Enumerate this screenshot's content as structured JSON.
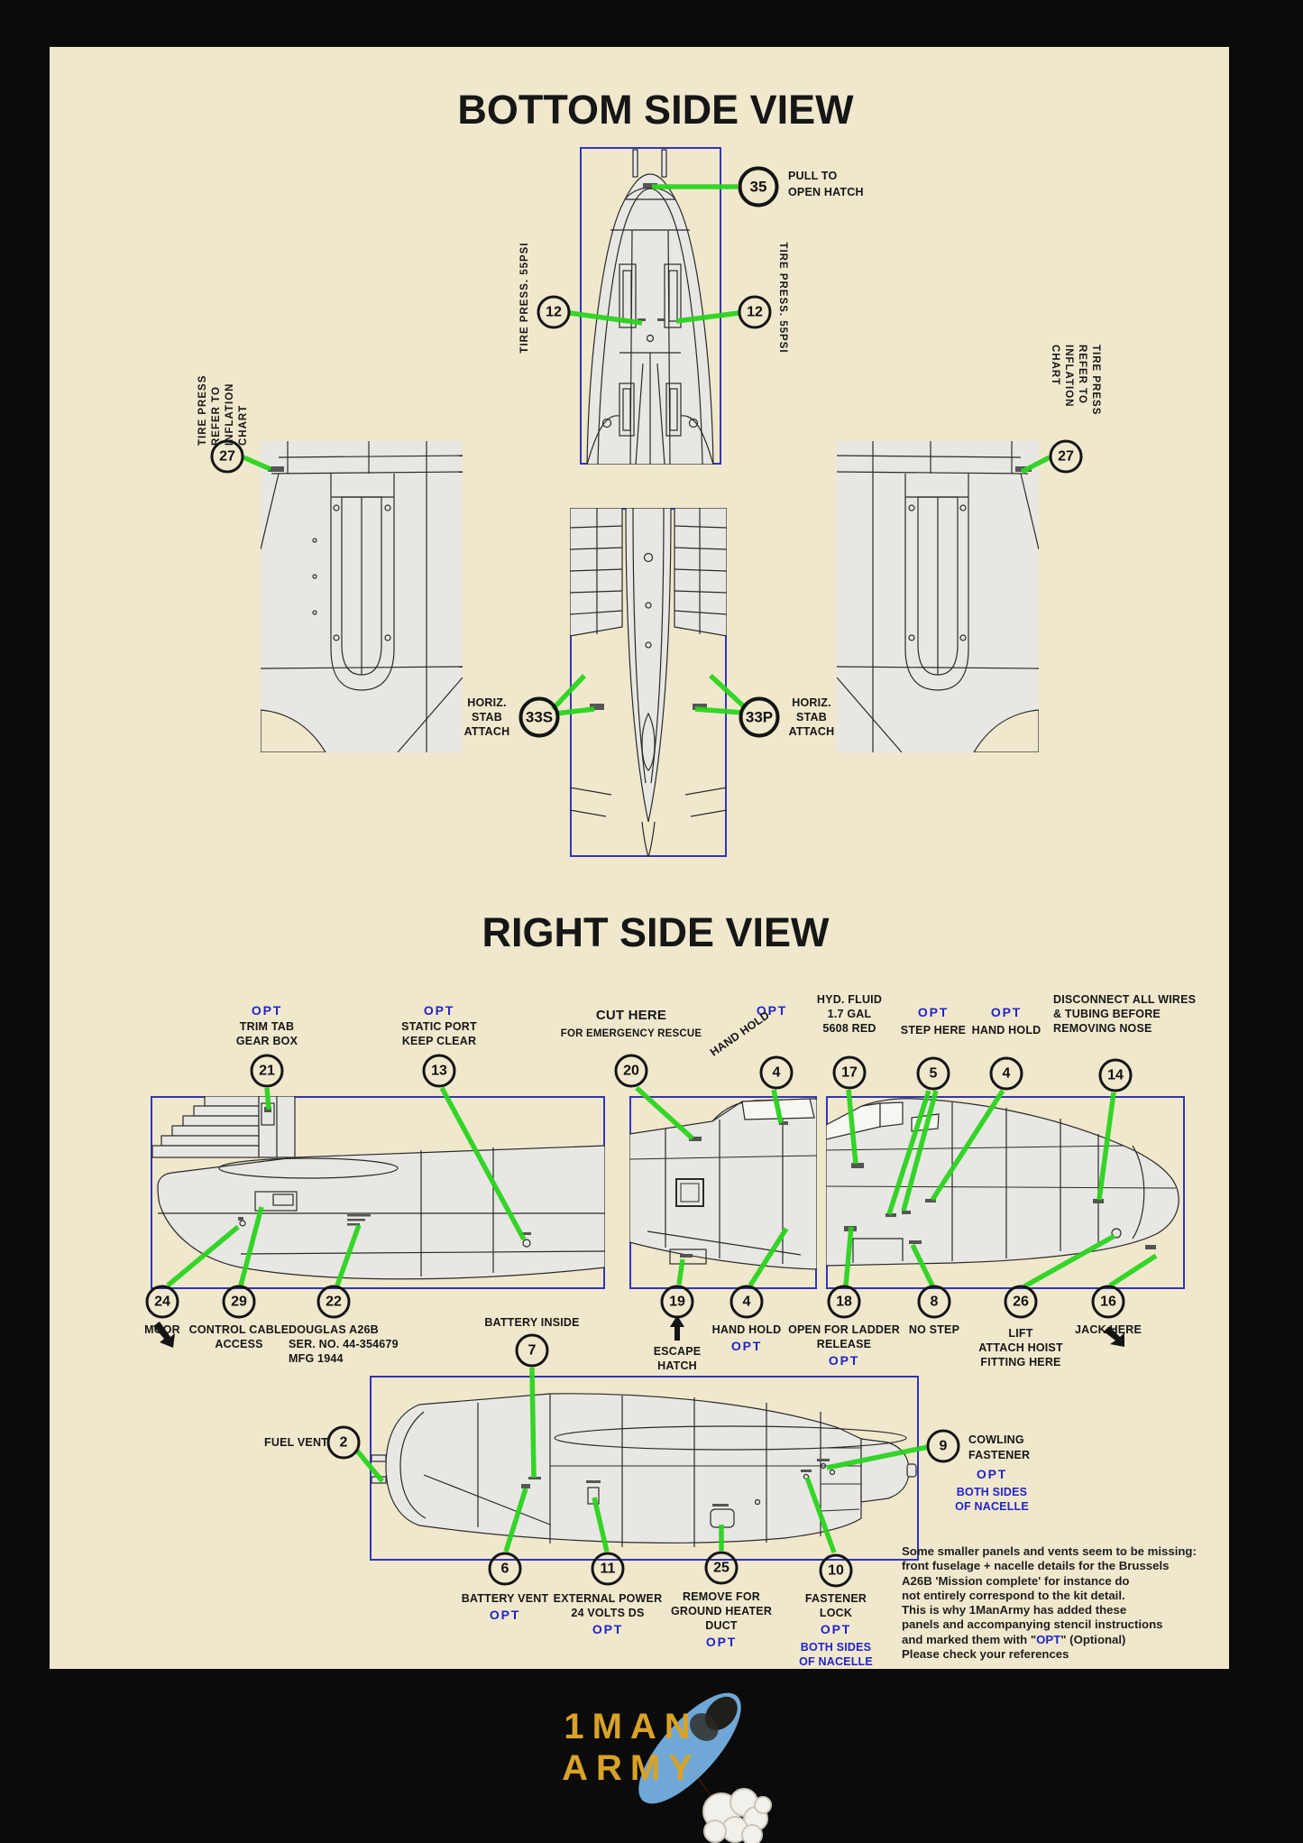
{
  "colors": {
    "accent_blue": "#2123c8",
    "callout_green": "#2bd41f",
    "panel_cream": "#f0e8cd",
    "box_border_blue": "#3434b8",
    "logo_gold": "#d9a227"
  },
  "bottom_view": {
    "title": "BOTTOM SIDE VIEW",
    "pull_open": {
      "num": "35",
      "line1": "PULL TO",
      "line2": "OPEN HATCH"
    },
    "tire_left": {
      "num": "12",
      "label": "TIRE PRESS. 55PSI"
    },
    "tire_right": {
      "num": "12",
      "label": "TIRE PRESS. 55PSI"
    },
    "inflation_left": {
      "num": "27",
      "line1": "TIRE PRESS",
      "line2": "REFER TO",
      "line3": "INFLATION",
      "line4": "CHART"
    },
    "inflation_right": {
      "num": "27",
      "line1": "TIRE PRESS",
      "line2": "REFER TO",
      "line3": "INFLATION",
      "line4": "CHART"
    },
    "stab_s": {
      "num": "33S",
      "line1": "HORIZ.",
      "line2": "STAB",
      "line3": "ATTACH"
    },
    "stab_p": {
      "num": "33P",
      "line1": "HORIZ.",
      "line2": "STAB",
      "line3": "ATTACH"
    }
  },
  "right_view": {
    "title": "RIGHT SIDE VIEW",
    "trim_tab": {
      "num": "21",
      "opt": "OPT",
      "line1": "TRIM TAB",
      "line2": "GEAR BOX"
    },
    "static_port": {
      "num": "13",
      "opt": "OPT",
      "line1": "STATIC PORT",
      "line2": "KEEP CLEAR"
    },
    "cut_here": {
      "num": "20",
      "line1": "CUT HERE",
      "line2": "FOR EMERGENCY RESCUE"
    },
    "hand_hold_top1": {
      "num": "4",
      "opt": "OPT",
      "label": "HAND HOLD"
    },
    "hyd_fluid": {
      "num": "17",
      "line1": "HYD. FLUID",
      "line2": "1.7 GAL",
      "line3": "5608 RED"
    },
    "step_here": {
      "num": "5",
      "opt": "OPT",
      "line1": "STEP HERE"
    },
    "hand_hold_top2": {
      "num": "4",
      "opt": "OPT",
      "line1": "HAND HOLD"
    },
    "disconnect": {
      "num": "14",
      "line1": "DISCONNECT ALL WIRES",
      "line2": "& TUBING BEFORE",
      "line3": "REMOVING NOSE"
    },
    "moor": {
      "num": "24",
      "line1": "MOOR"
    },
    "control_cable": {
      "num": "29",
      "line1": "CONTROL CABLE",
      "line2": "ACCESS"
    },
    "douglas": {
      "num": "22",
      "line1": "DOUGLAS A26B",
      "line2": "SER. NO. 44-354679",
      "line3": "MFG 1944"
    },
    "battery_inside": {
      "num": "7",
      "label": "BATTERY INSIDE"
    },
    "escape_hatch": {
      "num": "19",
      "line1": "ESCAPE",
      "line2": "HATCH"
    },
    "hand_hold_bottom": {
      "num": "4",
      "line1": "HAND HOLD",
      "opt": "OPT"
    },
    "ladder": {
      "num": "18",
      "line1": "OPEN FOR LADDER",
      "line2": "RELEASE",
      "opt": "OPT"
    },
    "no_step": {
      "num": "8",
      "line1": "NO STEP"
    },
    "lift": {
      "num": "26",
      "line1": "LIFT",
      "line2": "ATTACH HOIST",
      "line3": "FITTING HERE"
    },
    "jack": {
      "num": "16",
      "line1": "JACK HERE"
    }
  },
  "nacelle_view": {
    "fuel_vent": {
      "num": "2",
      "label": "FUEL VENT"
    },
    "cowling": {
      "num": "9",
      "line1": "COWLING",
      "line2": "FASTENER",
      "opt": "OPT",
      "line3": "BOTH SIDES",
      "line4": "OF NACELLE"
    },
    "battery_vent": {
      "num": "6",
      "line1": "BATTERY VENT",
      "opt": "OPT"
    },
    "ext_power": {
      "num": "11",
      "line1": "EXTERNAL POWER",
      "line2": "24 VOLTS DS",
      "opt": "OPT"
    },
    "heater": {
      "num": "25",
      "line1": "REMOVE FOR",
      "line2": "GROUND HEATER",
      "line3": "DUCT",
      "opt": "OPT"
    },
    "fastener_lock": {
      "num": "10",
      "line1": "FASTENER",
      "line2": "LOCK",
      "opt": "OPT",
      "line3": "BOTH SIDES",
      "line4": "OF NACELLE"
    }
  },
  "note": {
    "line1": "Some smaller panels and vents seem to be missing:",
    "line2": "front fuselage + nacelle details for the Brussels",
    "line3": "A26B 'Mission complete' for instance do",
    "line4": "not entirely correspond to the kit detail.",
    "line5": "This is why 1ManArmy has added these",
    "line6": "panels and accompanying stencil instructions",
    "line7_pre": "and marked them with \"",
    "line7_opt": "OPT",
    "line7_post": "\" (Optional)",
    "line8": "Please check your references"
  },
  "logo": {
    "word1": "1MAN",
    "word2": "ARMY"
  }
}
